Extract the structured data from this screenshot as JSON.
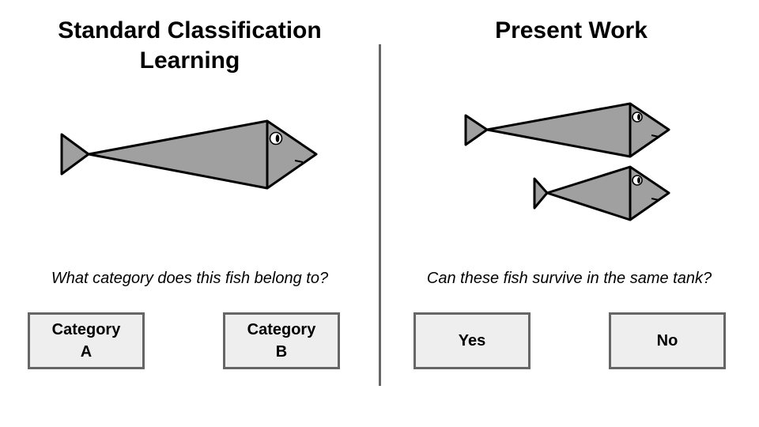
{
  "left_panel": {
    "title": "Standard Classification\nLearning",
    "question": "What category does this fish belong to?",
    "buttons": [
      "Category\nA",
      "Category\nB"
    ]
  },
  "right_panel": {
    "title": "Present Work",
    "question": "Can these fish survive in the same tank?",
    "buttons": [
      "Yes",
      "No"
    ]
  },
  "colors": {
    "fish_fill": "#a0a0a0",
    "button_fill": "#eeeeee",
    "button_border": "#666666",
    "divider": "#666666"
  }
}
